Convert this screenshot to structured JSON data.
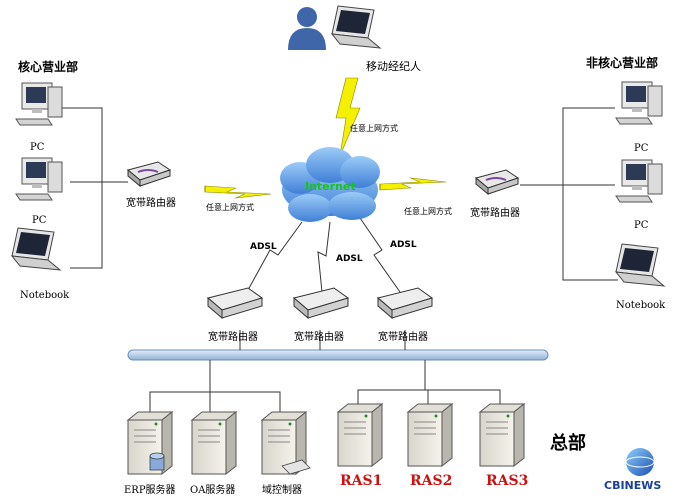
{
  "branches": {
    "core_title": "核心营业部",
    "noncore_title": "非核心营业部",
    "mobile_agent": "移动经纪人",
    "pc_label": "PC",
    "notebook_label": "Notebook",
    "router_label": "宽带路由器"
  },
  "links": {
    "any_access": "任意上网方式",
    "adsl": "ADSL"
  },
  "cloud": {
    "label": "Internet"
  },
  "hq": {
    "title": "总部",
    "servers": [
      "ERP服务器",
      "OA服务器",
      "域控制器"
    ],
    "ras": [
      "RAS1",
      "RAS2",
      "RAS3"
    ]
  },
  "watermark": {
    "text": "CBINEWS"
  },
  "colors": {
    "bolt": "#f4f000",
    "cloud": "#5a9be8",
    "bus": "#b8cde6",
    "line": "#333333"
  }
}
